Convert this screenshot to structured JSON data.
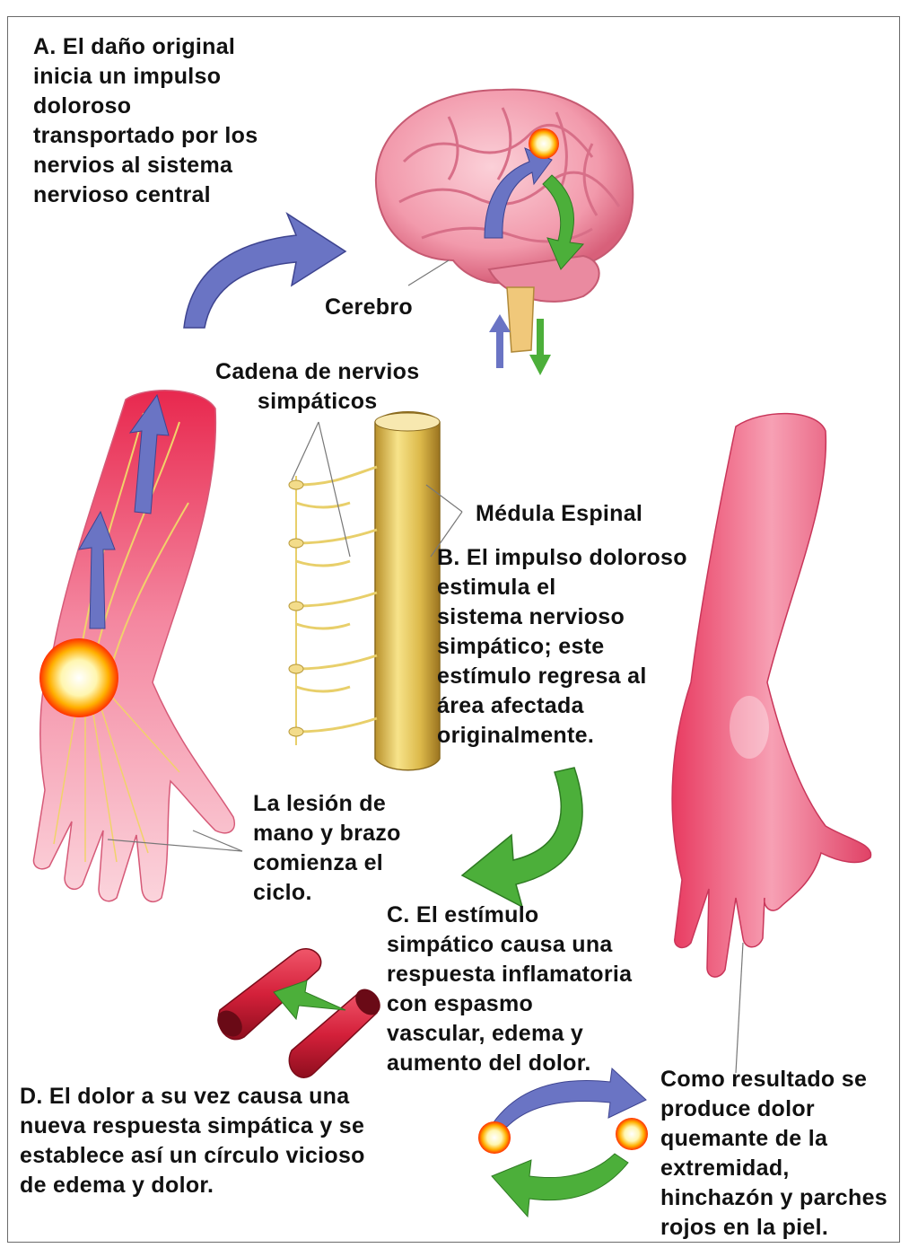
{
  "text": {
    "a": "A. El daño original\ninicia un impulso\ndoloroso\ntransportado por los\nnervios al sistema\nnervioso central",
    "cerebro": "Cerebro",
    "cadena": "Cadena de nervios\nsimpáticos",
    "medula": "Médula Espinal",
    "b": "B. El impulso doloroso\nestimula el\nsistema nervioso\nsimpático; este\nestímulo regresa al\nárea afectada\noriginalmente.",
    "lesion": "La lesión de\nmano y brazo\ncomienza el\nciclo.",
    "c": "C. El estímulo\nsimpático causa una\nrespuesta inflamatoria\ncon    espasmo\nvascular, edema y\naumento del dolor.",
    "d": "D. El dolor a su vez causa una\nnueva respuesta simpática y se\nestablece así un círculo vicioso\nde edema y dolor.",
    "resultado": "Como resultado se\nproduce dolor\nquemante de la\nextremidad,\nhinchazón y parches\nrojos en la piel."
  },
  "colors": {
    "afferent_arrow": "#6a74c4",
    "efferent_arrow": "#4caf3a",
    "brain": "#f0a0b0",
    "limb": "#f2667f",
    "nerve": "#e8cf6a",
    "vessel": "#d42035"
  }
}
